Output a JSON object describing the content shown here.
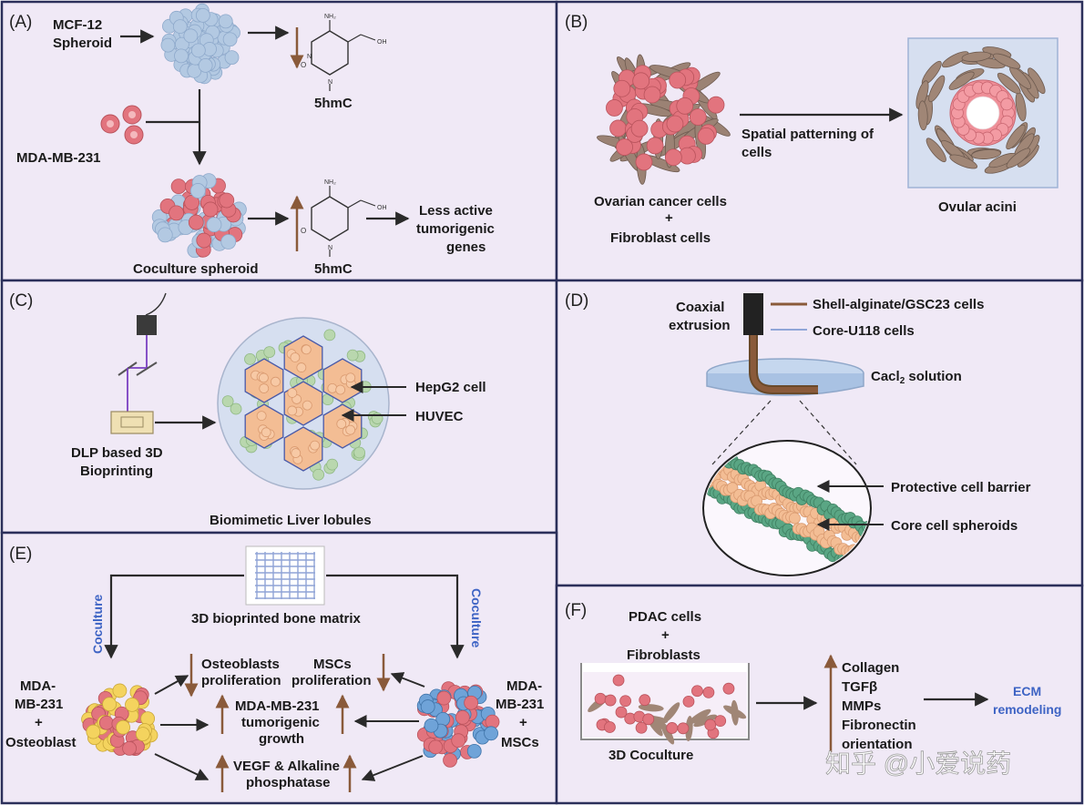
{
  "colors": {
    "panel_bg": "#f0e9f6",
    "border": "#2b2f5a",
    "arrow": "#2a2a2a",
    "brown_arrow": "#8a5a3a",
    "blue_text": "#3d63c4",
    "cell_blue": "#b3c9e2",
    "cell_red": "#e2747e",
    "cell_orange": "#f3bd94",
    "cell_green": "#5aa684"
  },
  "panel_a": {
    "tag": "(A)",
    "mcf_line1": "MCF-12",
    "mcf_line2": "Spheroid",
    "mda": "MDA-MB-231",
    "coculture": "Coculture spheroid",
    "hmc_top": "5hmC",
    "hmc_bottom": "5hmC",
    "less_line1": "Less active",
    "less_line2": "tumorigenic",
    "less_line3": "genes",
    "nh2": "NH₂",
    "oh": "OH",
    "n": "N",
    "o": "O",
    "h": "H"
  },
  "panel_b": {
    "tag": "(B)",
    "spatial_line1": "Spatial patterning of",
    "spatial_line2": "cells",
    "ovarian": "Ovarian cancer cells",
    "plus": "+",
    "fibroblast": "Fibroblast cells",
    "acini": "Ovular acini"
  },
  "panel_c": {
    "tag": "(C)",
    "dlp_line1": "DLP based 3D",
    "dlp_line2": "Bioprinting",
    "hepg2": "HepG2 cell",
    "huvec": "HUVEC",
    "lobules": "Biomimetic Liver lobules"
  },
  "panel_d": {
    "tag": "(D)",
    "coaxial_line1": "Coaxial",
    "coaxial_line2": "extrusion",
    "shell": "Shell-alginate/GSC23 cells",
    "core": "Core-U118 cells",
    "cacl": "Cacl",
    "cacl_sub": "2",
    "cacl_rest": " solution",
    "barrier": "Protective cell barrier",
    "spheroids": "Core cell spheroids"
  },
  "panel_e": {
    "tag": "(E)",
    "matrix": "3D bioprinted bone matrix",
    "coculture_left": "Coculture",
    "coculture_right": "Coculture",
    "left_line1": "MDA-",
    "left_line2": "MB-231",
    "left_line3": "+",
    "left_line4": "Osteoblast",
    "right_line1": "MDA-",
    "right_line2": "MB-231",
    "right_line3": "+",
    "right_line4": "MSCs",
    "osteo_line1": "Osteoblasts",
    "osteo_line2": "proliferation",
    "msc_line1": "MSCs",
    "msc_line2": "proliferation",
    "mda_line1": "MDA-MB-231",
    "mda_line2": "tumorigenic",
    "mda_line3": "growth",
    "vegf_line1": "VEGF & Alkaline",
    "vegf_line2": "phosphatase"
  },
  "panel_f": {
    "tag": "(F)",
    "pdac": "PDAC cells",
    "plus": "+",
    "fibro": "Fibroblasts",
    "coculture": "3D Coculture",
    "items": [
      "Collagen",
      "TGFβ",
      "MMPs",
      "Fibronectin",
      "orientation"
    ],
    "ecm_line1": "ECM",
    "ecm_line2": "remodeling"
  },
  "watermark": "知乎 @小爱说药"
}
